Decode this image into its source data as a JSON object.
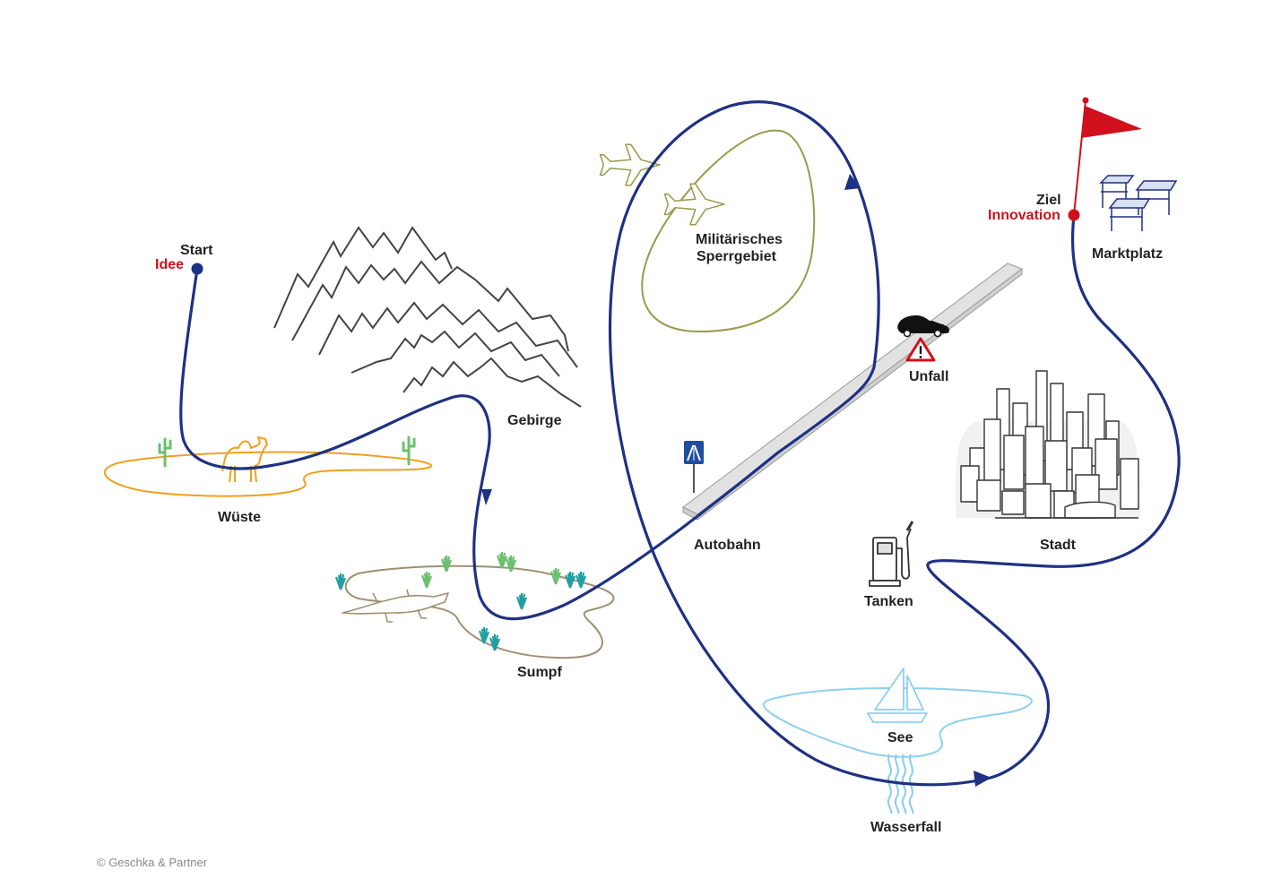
{
  "labels": {
    "start": "Start",
    "idee": "Idee",
    "wueste": "Wüste",
    "gebirge": "Gebirge",
    "sumpf": "Sumpf",
    "militaer_line1": "Militärisches",
    "militaer_line2": "Sperrgebiet",
    "autobahn": "Autobahn",
    "unfall": "Unfall",
    "stadt": "Stadt",
    "tanken": "Tanken",
    "see": "See",
    "wasserfall": "Wasserfall",
    "ziel": "Ziel",
    "innovation": "Innovation",
    "marktplatz": "Marktplatz"
  },
  "copyright": "© Geschka & Partner",
  "colors": {
    "route": "#1f3182",
    "accent": "#d0101c",
    "desert": "#f0a020",
    "swamp": "#a09070",
    "military": "#9a9a50",
    "lake": "#8fd0ee",
    "plant_green": "#6cc070",
    "plant_teal": "#20a0a0",
    "road": "#e2e2e2",
    "city": "#333333"
  },
  "icons": [
    "start-dot-icon",
    "camel-icon",
    "cactus-icon",
    "mountains-icon",
    "crocodile-icon",
    "reed-icon",
    "jet-icon",
    "autobahn-sign-icon",
    "car-icon",
    "warning-icon",
    "city-icon",
    "fuel-pump-icon",
    "sailboat-icon",
    "waterfall-icon",
    "goal-flag-icon",
    "market-stalls-icon"
  ]
}
